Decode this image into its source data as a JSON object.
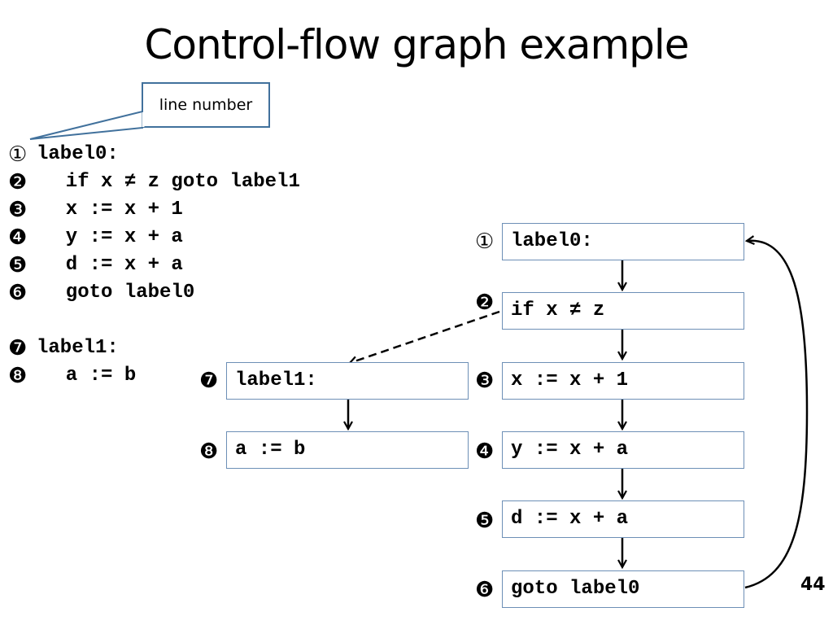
{
  "slide": {
    "title": "Control-flow graph example",
    "callout": "line number",
    "page_number": "44"
  },
  "code_listing": [
    {
      "marker": "①",
      "text": "label0:"
    },
    {
      "marker": "❷",
      "text": "  if x ≠ z goto label1"
    },
    {
      "marker": "❸",
      "text": "  x := x + 1"
    },
    {
      "marker": "❹",
      "text": "  y := x + a"
    },
    {
      "marker": "❺",
      "text": "  d := x + a"
    },
    {
      "marker": "❻",
      "text": "  goto label0"
    },
    {
      "marker": "❼",
      "text": "label1:"
    },
    {
      "marker": "❽",
      "text": "  a := b"
    }
  ],
  "graph": {
    "nodes": [
      {
        "id": "n1",
        "marker": "①",
        "text": "label0:"
      },
      {
        "id": "n2",
        "marker": "❷",
        "text": "if x ≠ z"
      },
      {
        "id": "n3",
        "marker": "❸",
        "text": "x := x + 1"
      },
      {
        "id": "n4",
        "marker": "❹",
        "text": "y := x + a"
      },
      {
        "id": "n5",
        "marker": "❺",
        "text": "d := x + a"
      },
      {
        "id": "n6",
        "marker": "❻",
        "text": "goto label0"
      },
      {
        "id": "n7",
        "marker": "❼",
        "text": "label1:"
      },
      {
        "id": "n8",
        "marker": "❽",
        "text": "a := b"
      }
    ],
    "edges": [
      {
        "from": "n1",
        "to": "n2",
        "style": "solid"
      },
      {
        "from": "n2",
        "to": "n3",
        "style": "solid"
      },
      {
        "from": "n3",
        "to": "n4",
        "style": "solid"
      },
      {
        "from": "n4",
        "to": "n5",
        "style": "solid"
      },
      {
        "from": "n5",
        "to": "n6",
        "style": "solid"
      },
      {
        "from": "n7",
        "to": "n8",
        "style": "solid"
      },
      {
        "from": "n2",
        "to": "n7",
        "style": "dashed"
      },
      {
        "from": "n6",
        "to": "n1",
        "style": "back-edge"
      }
    ]
  },
  "colors": {
    "node_border": "#6d8fb6",
    "callout_border": "#41719c",
    "edge": "#000000"
  }
}
